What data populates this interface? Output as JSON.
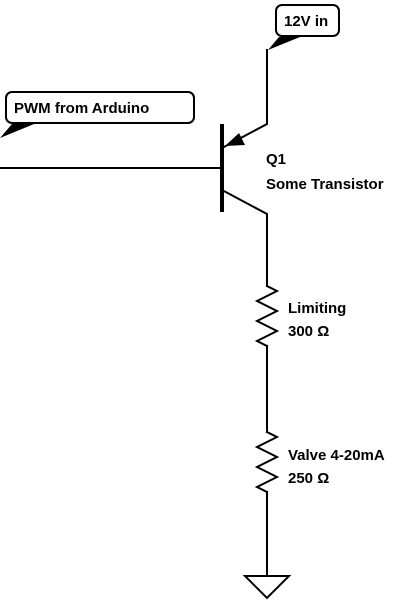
{
  "net_labels": {
    "supply": "12V in",
    "pwm": "PWM from Arduino"
  },
  "transistor": {
    "ref": "Q1",
    "value": "Some Transistor"
  },
  "resistor_limiting": {
    "name": "Limiting",
    "value": "300 Ω"
  },
  "resistor_valve": {
    "name": "Valve 4-20mA",
    "value": "250 Ω"
  },
  "colors": {
    "stroke": "#000000",
    "background": "#ffffff"
  },
  "icons": [
    "npn-transistor-icon",
    "resistor-icon",
    "ground-icon"
  ]
}
